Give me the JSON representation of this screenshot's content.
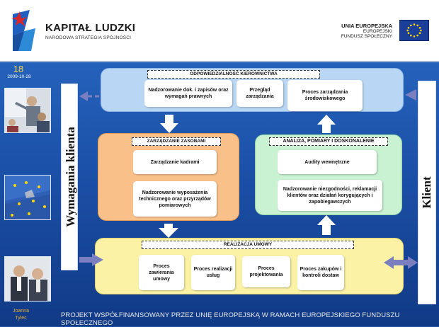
{
  "header": {
    "brand_title": "KAPITAŁ LUDZKI",
    "brand_subtitle": "NARODOWA STRATEGIA SPÓJNOŚCI",
    "eu_line1": "UNIA EUROPEJSKA",
    "eu_line2": "EUROPEJSKI",
    "eu_line3": "FUNDUSZ SPOŁECZNY"
  },
  "slide": {
    "number": "18",
    "date": "2009-10-28"
  },
  "sidebars": {
    "left_label": "Wymagania klienta",
    "right_label": "Klient"
  },
  "panels": {
    "management": {
      "title": "ODPOWIEDZIALNOŚĆ KIEROWNICTWA",
      "boxes": [
        "Nadzorowanie dok. i zapisów oraz wymagań prawnych",
        "Przegląd zarządzania",
        "Proces zarządzania środowiskowego"
      ]
    },
    "resources": {
      "title": "ZARZĄDZANIE ZASOBAMI",
      "boxes": [
        "Zarządzanie kadrami",
        "Nadzorowanie wyposażenia technicznego oraz przyrządów pomiarowych"
      ]
    },
    "analysis": {
      "title": "ANALIZA, POMIARY I DOSKONALENIE",
      "boxes": [
        "Audity wewnętrzne",
        "Nadzorowanie niezgodności, reklamacji klientów oraz działań korygujących i zapobiegawczych"
      ]
    },
    "realization": {
      "title": "REALIZACJA UMOWY",
      "boxes": [
        "Proces zawierania umowy",
        "Proces realizacji usług",
        "Proces projektowania",
        "Proces zakupów i kontroli dostaw"
      ]
    }
  },
  "footer": {
    "author_first": "Joanna",
    "author_last": "Tylec",
    "text": "PROJEKT WSPÓŁFINANSOWANY PRZEZ UNIĘ EUROPEJSKĄ W RAMACH EUROPEJSKIEGO FUNDUSZU SPOŁECZNEGO"
  },
  "colors": {
    "management_panel": "#b9d7f5",
    "resources_panel": "#f9c08a",
    "analysis_panel": "#c8f2d2",
    "realization_panel": "#fbf2a6",
    "arrow": "#7b7fc0",
    "footer_author": "#e8b234"
  }
}
